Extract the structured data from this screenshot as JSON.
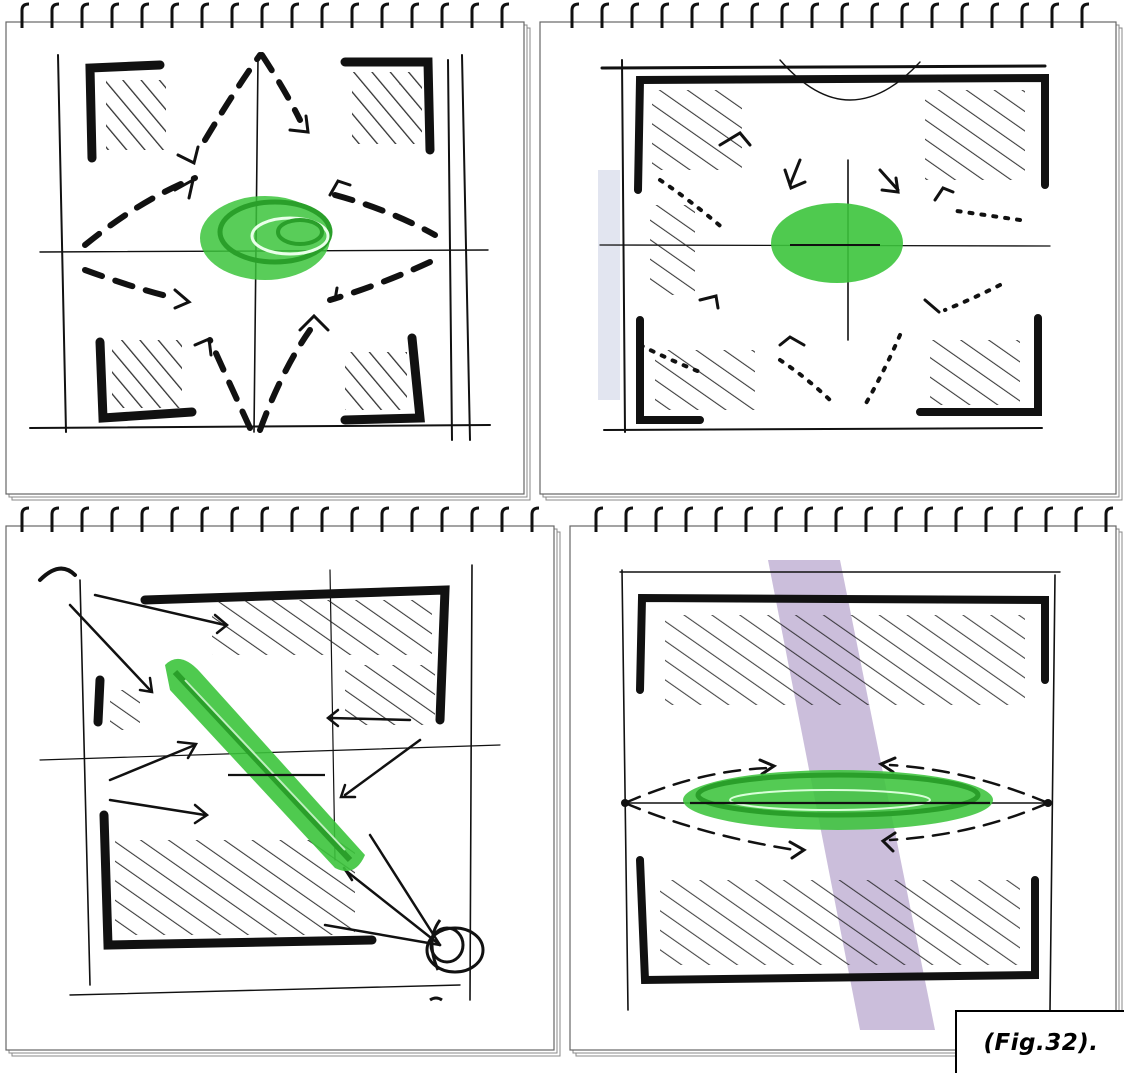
{
  "figure": {
    "caption": "(Fig.32).",
    "colors": {
      "ink": "#111111",
      "hatch": "#1a1a1a",
      "green": "#3cc43c",
      "green_dark": "#2a9f2a",
      "purple_band": "#b9a8cf",
      "paper": "#ffffff"
    }
  },
  "panels": [
    {
      "id": "top-left",
      "motif": "green-circle-four-diagonal-arrows"
    },
    {
      "id": "top-right",
      "motif": "green-circle-dotted-arrows"
    },
    {
      "id": "bottom-left",
      "motif": "green-diagonal-streak-arrows"
    },
    {
      "id": "bottom-right",
      "motif": "green-horizontal-ellipse-purple-band"
    }
  ]
}
